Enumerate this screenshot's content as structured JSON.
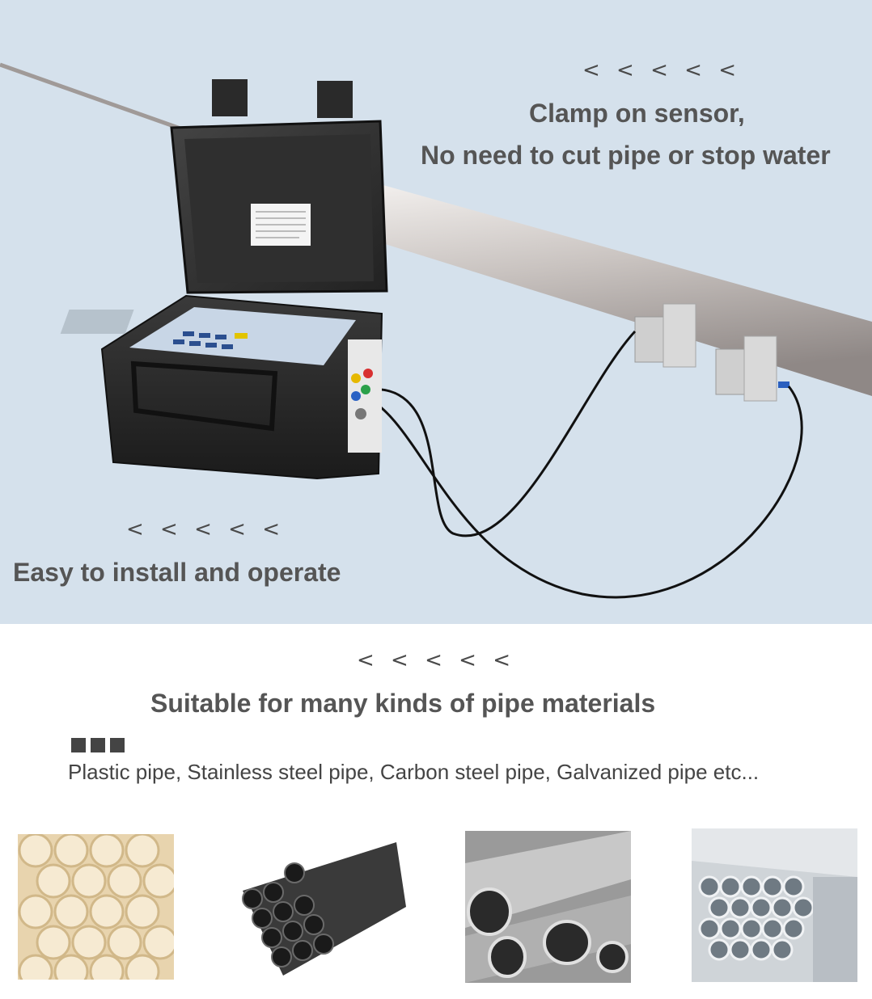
{
  "hero": {
    "sensor_arrows": "< < < < <",
    "sensor_line1": "Clamp on sensor,",
    "sensor_line2": "No need to cut pipe or stop water",
    "install_arrows": "< < < < <",
    "install_text": "Easy to install and operate"
  },
  "materials_section": {
    "arrows": "< < < < <",
    "title": "Suitable for many kinds of pipe materials",
    "list": "Plastic pipe, Stainless steel pipe, Carbon steel pipe, Galvanized pipe etc..."
  },
  "thumbnails": [
    {
      "name": "plastic-pipe-image",
      "tone": "#e9d8b8"
    },
    {
      "name": "carbon-steel-pipe-image",
      "tone": "#2b2b2b"
    },
    {
      "name": "stainless-steel-pipe-image",
      "tone": "#b8b8b8"
    },
    {
      "name": "galvanized-pipe-image",
      "tone": "#c9ced3"
    }
  ]
}
